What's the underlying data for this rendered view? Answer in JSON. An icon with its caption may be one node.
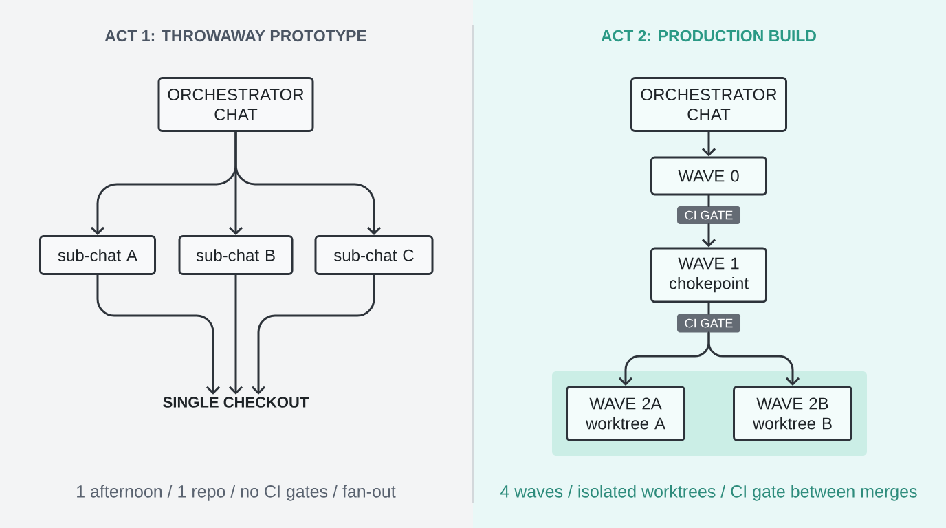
{
  "diagram": {
    "nodes": [
      {
        "text": [
          "ORCHESTRATOR CHAT"
        ]
      },
      {
        "text": [
          "sub-chat A"
        ]
      },
      {
        "text": [
          "sub-chat B"
        ]
      },
      {
        "text": [
          "sub-chat C"
        ]
      },
      {
        "text": [
          "SINGLE CHECKOUT"
        ]
      },
      {
        "text": [
          "ORCHESTRATOR CHAT"
        ]
      },
      {
        "text": [
          "WAVE 0"
        ]
      },
      {
        "text": [
          "CI GATE"
        ]
      },
      {
        "text": [
          "WAVE 1",
          "chokepoint"
        ]
      },
      {
        "text": [
          "CI GATE"
        ]
      },
      {
        "text": [],
        "shape": "box"
      },
      {
        "text": [
          "WAVE 2A",
          "worktree A"
        ],
        "in": 10
      },
      {
        "text": [
          "WAVE 2B",
          "worktree B"
        ],
        "in": 10
      }
    ],
    "edges": [
      {
        "from": 0,
        "to": 1,
        "arrow": "to"
      },
      {
        "from": 0,
        "to": 2,
        "arrow": "to"
      },
      {
        "from": 0,
        "to": 3,
        "arrow": "to"
      },
      {
        "from": 1,
        "to": 4,
        "arrow": "to"
      },
      {
        "from": 2,
        "to": 4,
        "arrow": "to"
      },
      {
        "from": 3,
        "to": 4,
        "arrow": "to"
      },
      {
        "from": 5,
        "to": 6,
        "arrow": "to"
      },
      {
        "from": 6,
        "to": 7,
        "arrow": "none"
      },
      {
        "from": 7,
        "to": 8,
        "arrow": "to"
      },
      {
        "from": 8,
        "to": 9,
        "arrow": "none"
      },
      {
        "from": 9,
        "to": 11,
        "arrow": "to"
      },
      {
        "from": 9,
        "to": 12,
        "arrow": "to"
      }
    ],
    "labels": [
      "ACT 1: THROWAWAY PROTOTYPE",
      "ACT 2: PRODUCTION BUILD",
      "1 afternoon / 1 repo / no CI gates / fan-out",
      "4 waves / isolated worktrees / CI gate between merges"
    ]
  }
}
